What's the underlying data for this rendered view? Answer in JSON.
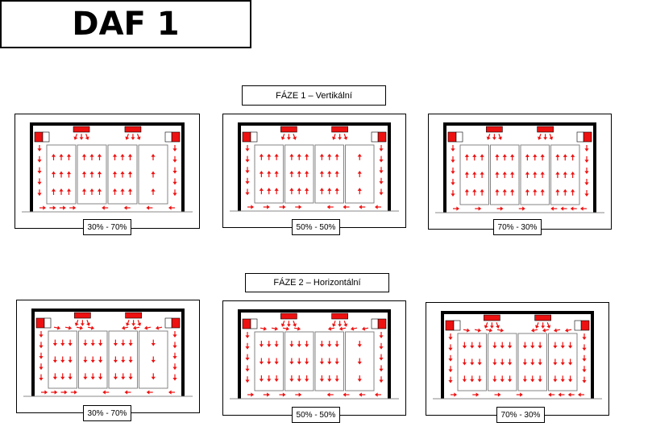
{
  "title": "DAF 1",
  "phases": [
    {
      "label": "FÁZE 1 – Vertikální",
      "mode": "vertical",
      "panels": [
        {
          "ratio_label": "30% - 70%",
          "left_share": 0.3
        },
        {
          "ratio_label": "50% - 50%",
          "left_share": 0.5
        },
        {
          "ratio_label": "70% - 30%",
          "left_share": 0.7
        }
      ]
    },
    {
      "label": "FÁZE 2 – Horizontální",
      "mode": "horizontal",
      "panels": [
        {
          "ratio_label": "30% - 70%",
          "left_share": 0.3
        },
        {
          "ratio_label": "50% - 50%",
          "left_share": 0.5
        },
        {
          "ratio_label": "70% - 30%",
          "left_share": 0.7
        }
      ]
    }
  ],
  "colors": {
    "airflow": "#ee1111",
    "outline": "#000000"
  },
  "icons": [
    "ceiling-unit-icon",
    "wall-unit-icon",
    "airflow-arrow-icon"
  ]
}
